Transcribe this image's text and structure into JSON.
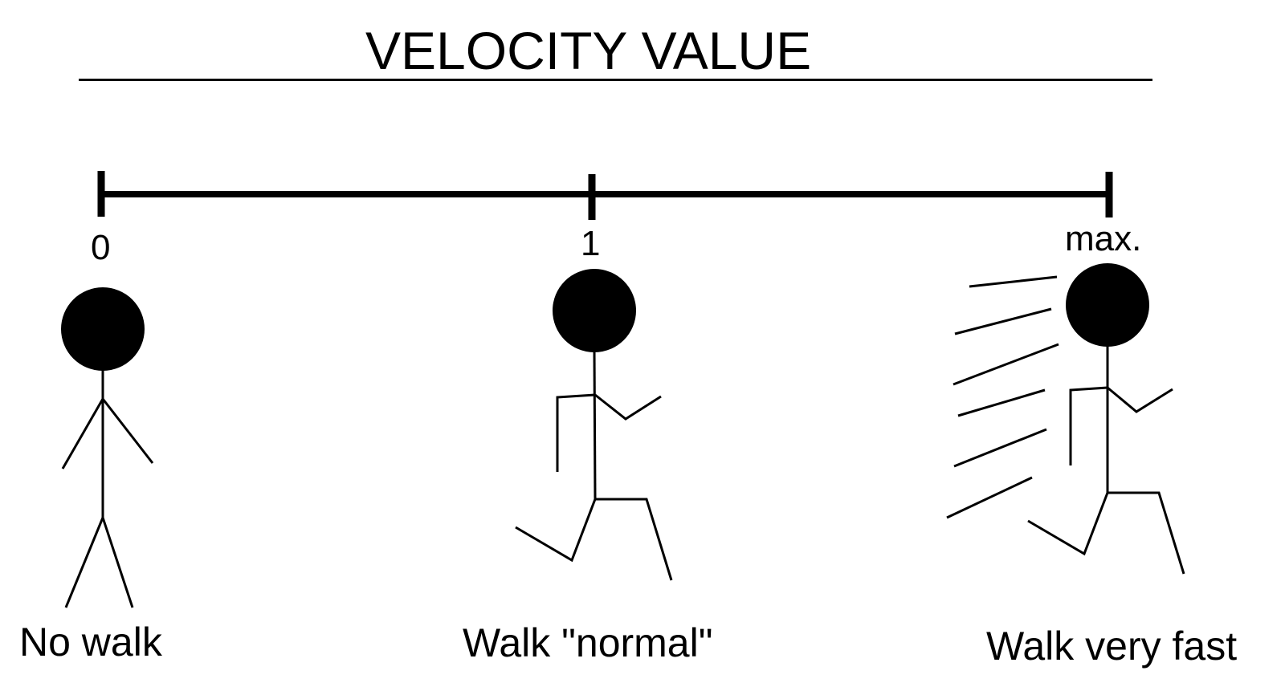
{
  "title": "VELOCITY VALUE",
  "scale": {
    "ticks": [
      {
        "label": "0"
      },
      {
        "label": "1"
      },
      {
        "label": "max."
      }
    ]
  },
  "figures": [
    {
      "caption": "No walk",
      "pose": "standing"
    },
    {
      "caption": "Walk \"normal\"",
      "pose": "walking"
    },
    {
      "caption": "Walk very fast",
      "pose": "running-with-speed-lines"
    }
  ],
  "colors": {
    "ink": "#000000",
    "background": "#ffffff"
  }
}
